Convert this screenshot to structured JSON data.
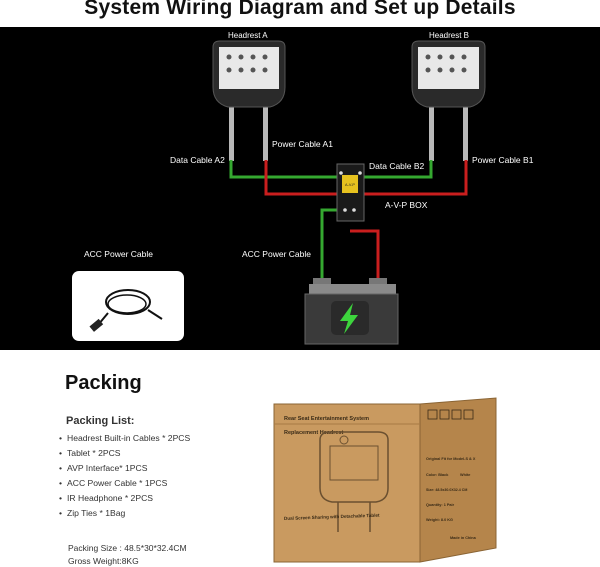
{
  "title": "System Wiring Diagram and Set up Details",
  "diagram": {
    "headrest_a": "Headrest A",
    "headrest_b": "Headrest B",
    "data_cable_a2": "Data Cable A2",
    "power_cable_a1": "Power Cable A1",
    "data_cable_b2": "Data Cable B2",
    "power_cable_b1": "Power Cable B1",
    "avp_box": "A-V-P BOX",
    "acc_power_cable_left": "ACC Power Cable",
    "acc_power_cable_center": "ACC Power Cable",
    "avp_label_text": "A-V-P",
    "battery_icon": "lightning-bolt-icon",
    "colors": {
      "data_cable": "#35a830",
      "power_cable": "#c91e1e",
      "background": "#000000"
    }
  },
  "packing": {
    "title": "Packing",
    "list_title": "Packing List:",
    "items": [
      "Headrest Built-in Cables * 2PCS",
      "Tablet * 2PCS",
      "AVP Interface* 1PCS",
      "ACC Power Cable * 1PCS",
      "IR Headphone * 2PCS",
      "Zip Ties * 1Bag"
    ],
    "size": "Packing Size : 48.5*30*32.4CM",
    "weight": "Gross Weight:8KG"
  },
  "carton": {
    "front_title1": "Rear Seat Entertainment System",
    "front_title2": "Replacement Headrest",
    "front_bottom": "Dual Screen Sharing with Detachable Tablet",
    "side_fit": "Original Fit for Model-S & X",
    "side_color": "Color: Black",
    "side_white": "White",
    "side_size": "Size: 48.5x30.0X32.4 CM",
    "side_qty": "Quantity: 1 Pair",
    "side_weight": "Weight: 8.0 KG",
    "side_made": "Made in China"
  }
}
